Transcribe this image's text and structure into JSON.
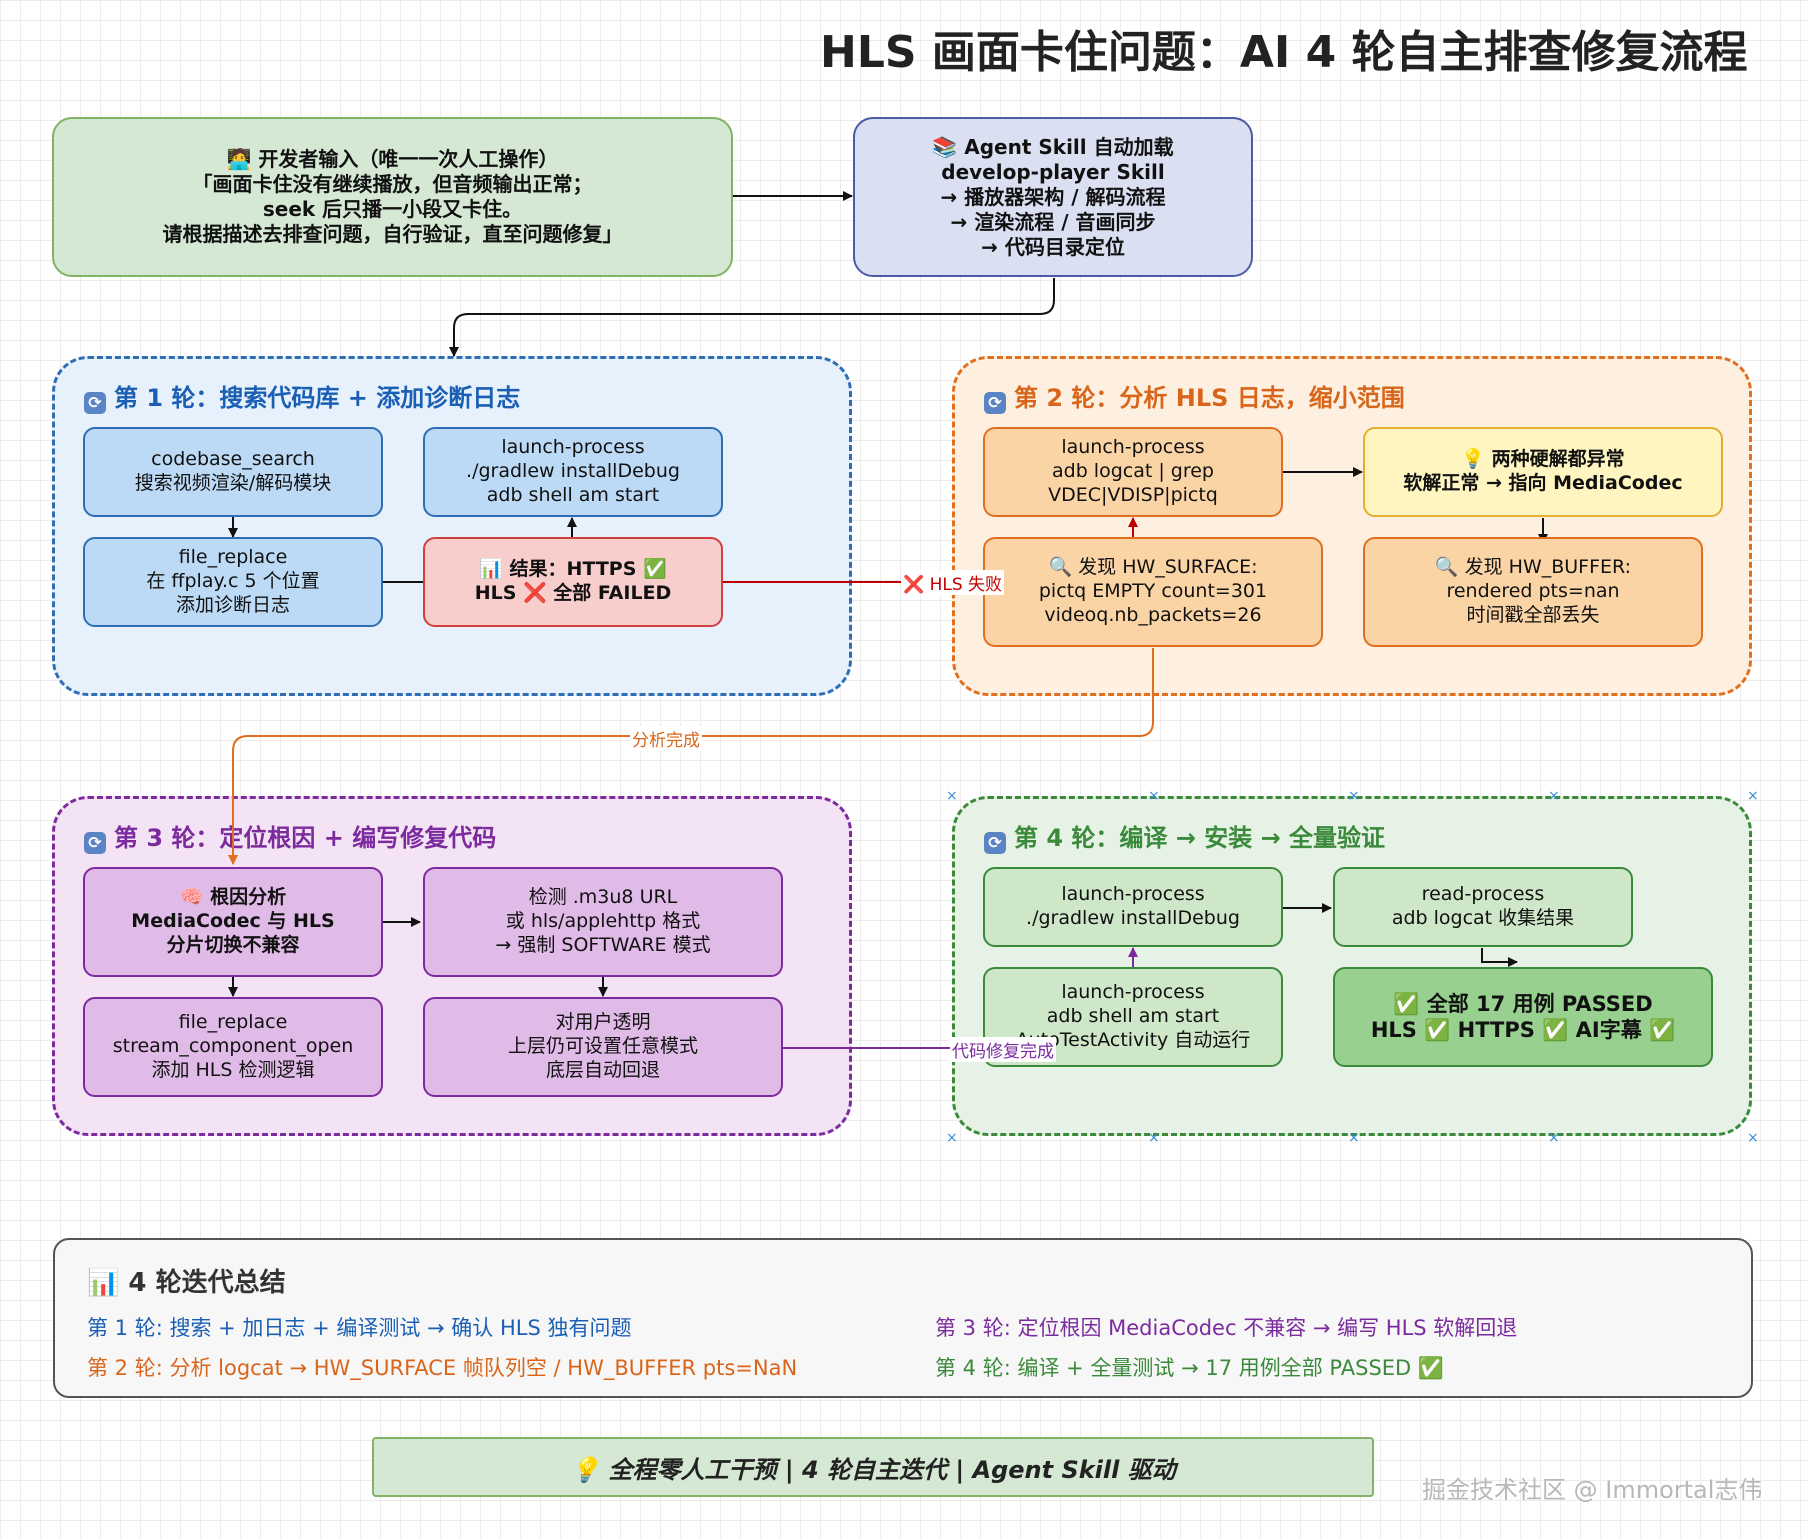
{
  "title": "HLS 画面卡住问题：AI 4 轮自主排查修复流程",
  "developer_input": {
    "lines": [
      "🧑‍💻 开发者输入（唯一一次人工操作）",
      "「画面卡住没有继续播放，但音频输出正常；",
      "seek 后只播一小段又卡住。",
      "请根据描述去排查问题，自行验证，直至问题修复」"
    ]
  },
  "agent_skill": {
    "lines": [
      "📚 Agent Skill 自动加载",
      "develop-player Skill",
      "→ 播放器架构 / 解码流程",
      "→ 渲染流程 / 音画同步",
      "→ 代码目录定位"
    ]
  },
  "round1": {
    "title": "第 1 轮：搜索代码库 + 添加诊断日志",
    "codebase_search": [
      "codebase_search",
      "搜索视频渲染/解码模块"
    ],
    "file_replace": [
      "file_replace",
      "在 ffplay.c 5 个位置",
      "添加诊断日志"
    ],
    "launch_process": [
      "launch-process",
      "./gradlew installDebug",
      "adb shell am start"
    ],
    "result": [
      "📊 结果：HTTPS ✅",
      "HLS ❌ 全部 FAILED"
    ]
  },
  "round2": {
    "title": "第 2 轮：分析 HLS 日志，缩小范围",
    "launch_process": [
      "launch-process",
      "adb logcat | grep",
      "VDEC|VDISP|pictq"
    ],
    "hw_anomaly": [
      "💡 两种硬解都异常",
      "软解正常 → 指向 MediaCodec"
    ],
    "hw_surface": [
      "🔍 发现 HW_SURFACE:",
      "pictq EMPTY count=301",
      "videoq.nb_packets=26"
    ],
    "hw_buffer": [
      "🔍 发现 HW_BUFFER:",
      "rendered pts=nan",
      "时间戳全部丢失"
    ]
  },
  "round3": {
    "title": "第 3 轮：定位根因 + 编写修复代码",
    "root_cause": [
      "🧠 根因分析",
      "MediaCodec 与 HLS",
      "分片切换不兼容"
    ],
    "detect": [
      "检测 .m3u8 URL",
      "或 hls/applehttp 格式",
      "→ 强制 SOFTWARE 模式"
    ],
    "file_replace": [
      "file_replace",
      "stream_component_open",
      "添加 HLS 检测逻辑"
    ],
    "transparent": [
      "对用户透明",
      "上层仍可设置任意模式",
      "底层自动回退"
    ]
  },
  "round4": {
    "title": "第 4 轮：编译 → 安装 → 全量验证",
    "install": [
      "launch-process",
      "./gradlew installDebug"
    ],
    "read_process": [
      "read-process",
      "adb logcat 收集结果"
    ],
    "start": [
      "launch-process",
      "adb shell am start",
      "AutoTestActivity 自动运行"
    ],
    "passed": [
      "✅ 全部 17 用例 PASSED",
      "HLS ✅ HTTPS ✅ AI字幕 ✅"
    ]
  },
  "edge_labels": {
    "hls_failed": "❌ HLS 失败",
    "analysis_done": "分析完成",
    "fix_done": "代码修复完成"
  },
  "summary": {
    "title": "📊 4 轮迭代总结",
    "r1": "第 1 轮: 搜索 + 加日志 + 编译测试 → 确认 HLS 独有问题",
    "r2": "第 2 轮: 分析 logcat → HW_SURFACE 帧队列空 / HW_BUFFER pts=NaN",
    "r3": "第 3 轮: 定位根因 MediaCodec 不兼容 → 编写 HLS 软解回退",
    "r4": "第 4 轮: 编译 + 全量测试 → 17 用例全部 PASSED ✅"
  },
  "footer": "💡 全程零人工干预 | 4 轮自主迭代 | Agent Skill 驱动",
  "watermark": "掘金技术社区 @ Immortal志伟",
  "colors": {
    "blue": "#1a5fb4",
    "orange": "#d9651a",
    "purple": "#7b2b9e",
    "green": "#3b8a3b",
    "red_fail": "#c00000"
  }
}
